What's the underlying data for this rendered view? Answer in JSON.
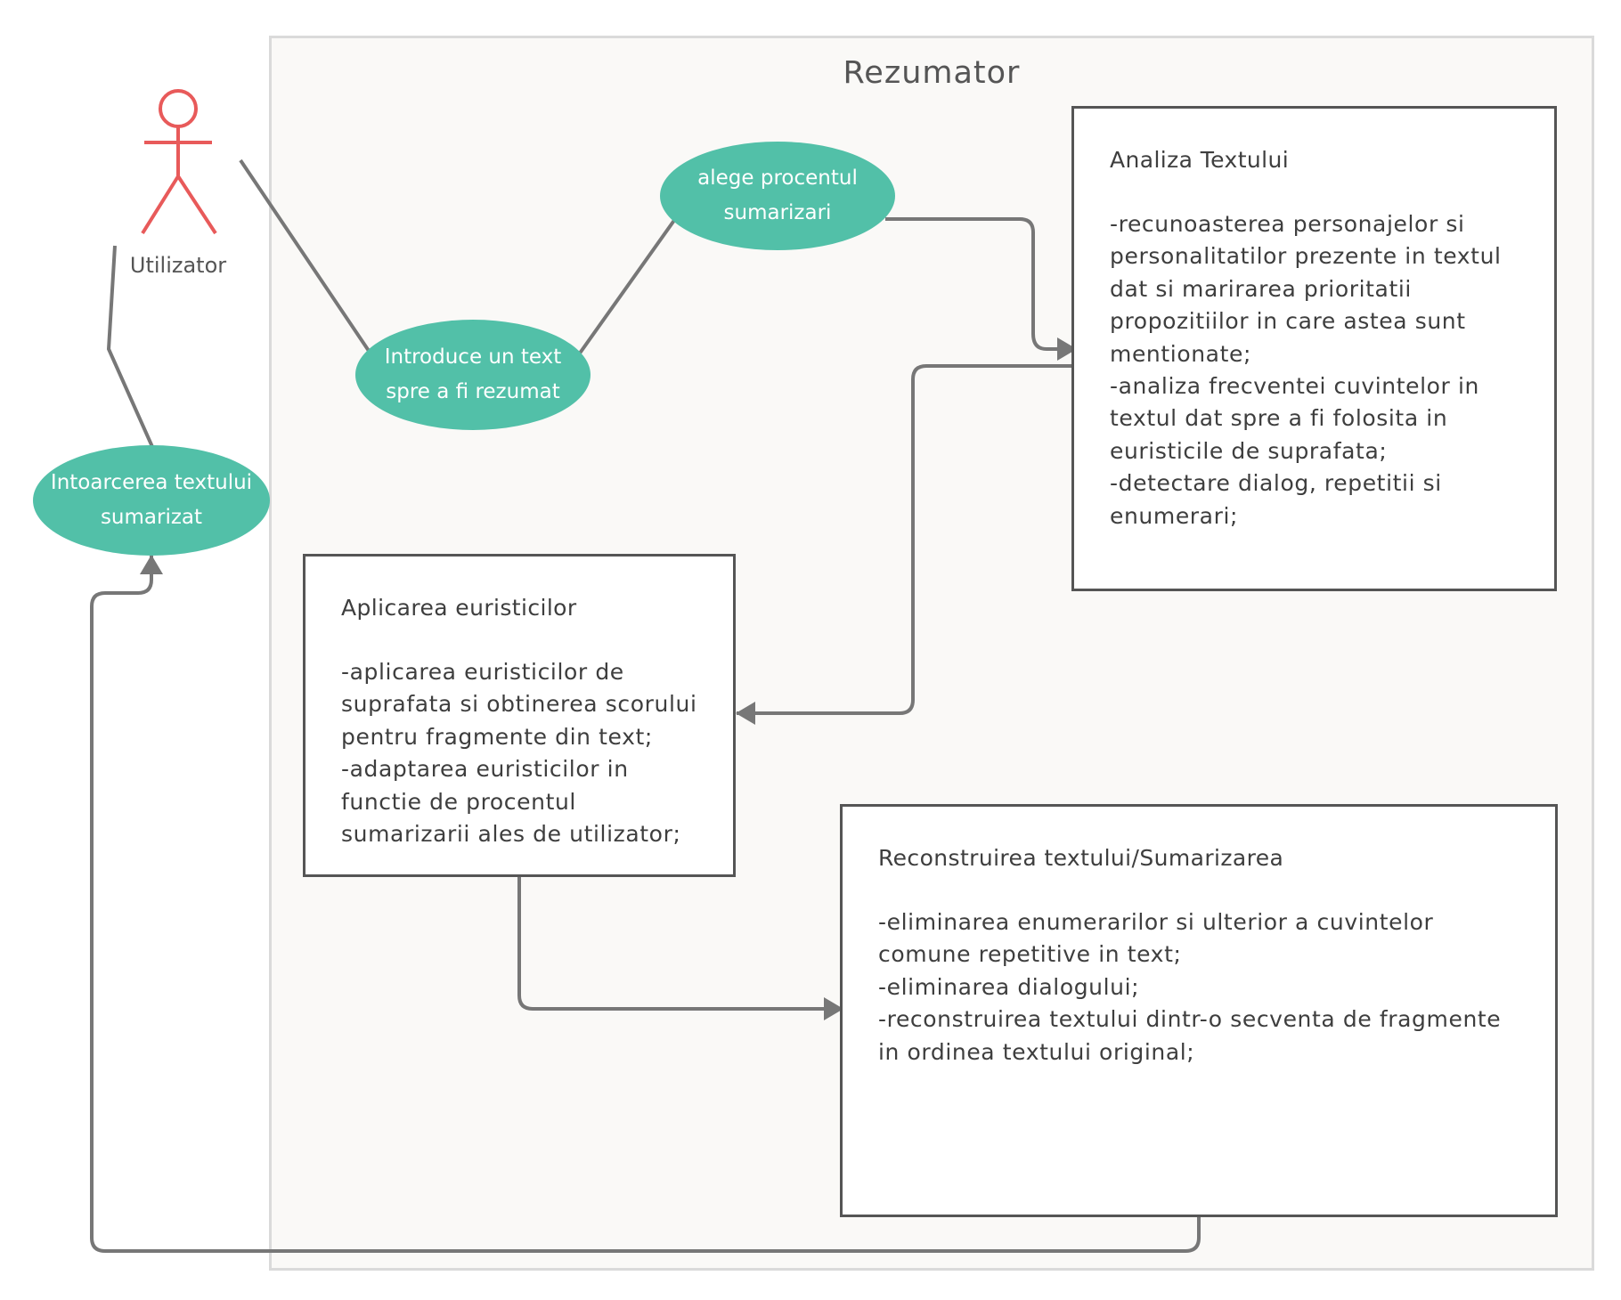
{
  "system": {
    "title": "Rezumator"
  },
  "actor": {
    "label": "Utilizator",
    "icon": "stick-figure-icon",
    "color": "#e85a5a"
  },
  "use_cases": {
    "introduce": "Introduce un text\nspre a fi rezumat",
    "procent": "alege procentul\nsumarizari",
    "intoarcere": "Intoarcerea textului\nsumarizat"
  },
  "boxes": {
    "analiza": {
      "title": "Analiza Textului",
      "body": "-recunoasterea personajelor si\npersonalitatilor prezente in textul\ndat si marirarea prioritatii\npropozitiilor in care astea sunt\nmentionate;\n-analiza frecventei cuvintelor in\ntextul dat spre a fi folosita in\neuristicile de suprafata;\n-detectare dialog, repetitii si\nenumerari;"
    },
    "aplicarea": {
      "title": "Aplicarea euristicilor",
      "body": "-aplicarea euristicilor de\nsuprafata si obtinerea scorului\npentru fragmente din text;\n-adaptarea euristicilor in\nfunctie de procentul\nsumarizarii ales de utilizator;"
    },
    "reconstruirea": {
      "title": "Reconstruirea textului/Sumarizarea",
      "body": "-eliminarea enumerarilor si ulterior a cuvintelor\ncomune repetitive in text;\n-eliminarea dialogului;\n-reconstruirea textului dintr-o secventa de fragmente\nin ordinea textului original;"
    }
  },
  "colors": {
    "use_case": "#52c0a8",
    "wire": "#777777",
    "border": "#555555"
  }
}
